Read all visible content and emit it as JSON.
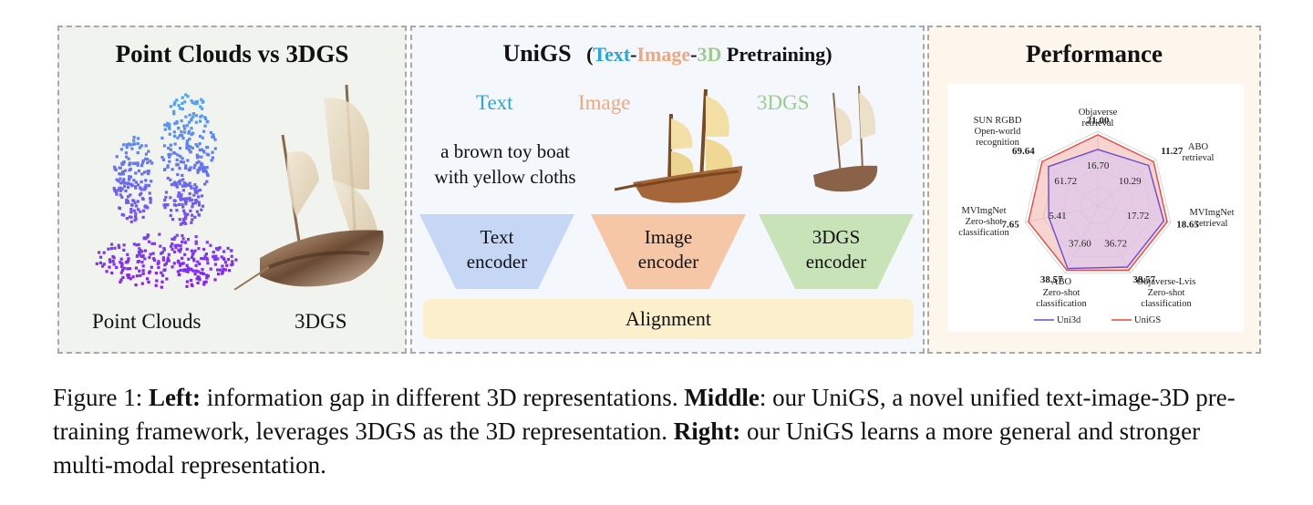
{
  "left": {
    "title": "Point Clouds vs 3DGS",
    "label_pc": "Point Clouds",
    "label_gs": "3DGS"
  },
  "middle": {
    "title_main": "UniGS",
    "title_paren_open": "(",
    "title_text": "Text",
    "title_dash1": "-",
    "title_image": "Image",
    "title_dash2": "-",
    "title_3d": "3D",
    "title_rest": " Pretraining)",
    "mod_text": "Text",
    "mod_image": "Image",
    "mod_3dgs": "3DGS",
    "caption_line1": "a brown toy boat",
    "caption_line2": "with yellow cloths",
    "enc_text_1": "Text",
    "enc_text_2": "encoder",
    "enc_image_1": "Image",
    "enc_image_2": "encoder",
    "enc_3dgs_1": "3DGS",
    "enc_3dgs_2": "encoder",
    "alignment": "Alignment",
    "colors": {
      "text": "#2aa5dc",
      "image": "#f0a77e",
      "three_d": "#9ccc8c",
      "enc_text": "#c6d7f5",
      "enc_image": "#f5c7a6",
      "enc_3dgs": "#c9e3b8",
      "alignment": "#fbefcc"
    }
  },
  "right": {
    "title": "Performance"
  },
  "chart_data": {
    "type": "radar",
    "axes": [
      {
        "label": [
          "Objaverse",
          "retrieval"
        ],
        "uni3d": 16.7,
        "unigs": 21.0
      },
      {
        "label": [
          "ABO",
          "retrieval"
        ],
        "uni3d": 10.29,
        "unigs": 11.27
      },
      {
        "label": [
          "MVImgNet",
          "retrieval"
        ],
        "uni3d": 17.72,
        "unigs": 18.65
      },
      {
        "label": [
          "Objaverse-Lvis",
          "Zero-shot",
          "classification"
        ],
        "uni3d": 36.72,
        "unigs": 38.57
      },
      {
        "label": [
          "ABO",
          "Zero-shot",
          "classification"
        ],
        "uni3d": 37.6,
        "unigs": 38.57
      },
      {
        "label": [
          "MVImgNet",
          "Zero-shot",
          "classification"
        ],
        "uni3d": 5.41,
        "unigs": 7.65
      },
      {
        "label": [
          "SUN RGBD",
          "Open-world",
          "recognition"
        ],
        "uni3d": 61.72,
        "unigs": 69.64
      }
    ],
    "uni3d_labels": [
      "16.70",
      "10.29",
      "17.72",
      "36.72",
      "37.60",
      "5.41",
      "61.72"
    ],
    "unigs_labels": [
      "21.00",
      "11.27",
      "18.65",
      "38.57",
      "38.57",
      "7.65",
      "69.64"
    ],
    "series": [
      {
        "name": "Uni3d",
        "color": "#6a4bd0"
      },
      {
        "name": "UniGS",
        "color": "#e8473f"
      }
    ]
  },
  "caption": {
    "fig": "Figure 1: ",
    "left_b": "Left:",
    "left_t": " information gap in different 3D representations. ",
    "mid_b": "Middle",
    "mid_t": ": our UniGS, a novel unified text-image-3D pre-training framework, leverages 3DGS as the 3D representation. ",
    "right_b": "Right:",
    "right_t": " our UniGS learns a more general and stronger multi-modal representation."
  }
}
